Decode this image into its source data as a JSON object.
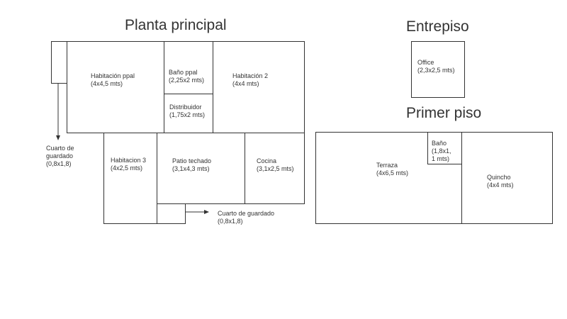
{
  "sections": {
    "main": "Planta principal",
    "mezzanine": "Entrepiso",
    "first": "Primer piso"
  },
  "rooms": {
    "hab_ppal": {
      "name": "Habitación ppal",
      "size": "(4x4,5 mts)"
    },
    "bano_ppal": {
      "name": "Baño ppal",
      "size": "(2,25x2 mts)"
    },
    "hab2": {
      "name": "Habitación 2",
      "size": "(4x4 mts)"
    },
    "distrib": {
      "name": "Distribuidor",
      "size": "(1,75x2 mts)"
    },
    "hab3": {
      "name": "Habitacion 3",
      "size": "(4x2,5 mts)"
    },
    "patio": {
      "name": "Patio techado",
      "size": "(3,1x4,3 mts)"
    },
    "cocina": {
      "name": "Cocina",
      "size": "(3,1x2,5 mts)"
    },
    "cuarto1": {
      "name_l1": "Cuarto de",
      "name_l2": "guardado",
      "size": "(0,8x1,8)"
    },
    "cuarto2": {
      "name": "Cuarto de guardado",
      "size": "(0,8x1,8)"
    },
    "office": {
      "name": "Office",
      "size": "(2,3x2,5 mts)"
    },
    "terraza": {
      "name": "Terraza",
      "size": "(4x6,5 mts)"
    },
    "bano": {
      "name": "Baño",
      "size_l1": "(1,8x1,",
      "size_l2": "1 mts)"
    },
    "quincho": {
      "name": "Quincho",
      "size": "(4x4 mts)"
    }
  }
}
